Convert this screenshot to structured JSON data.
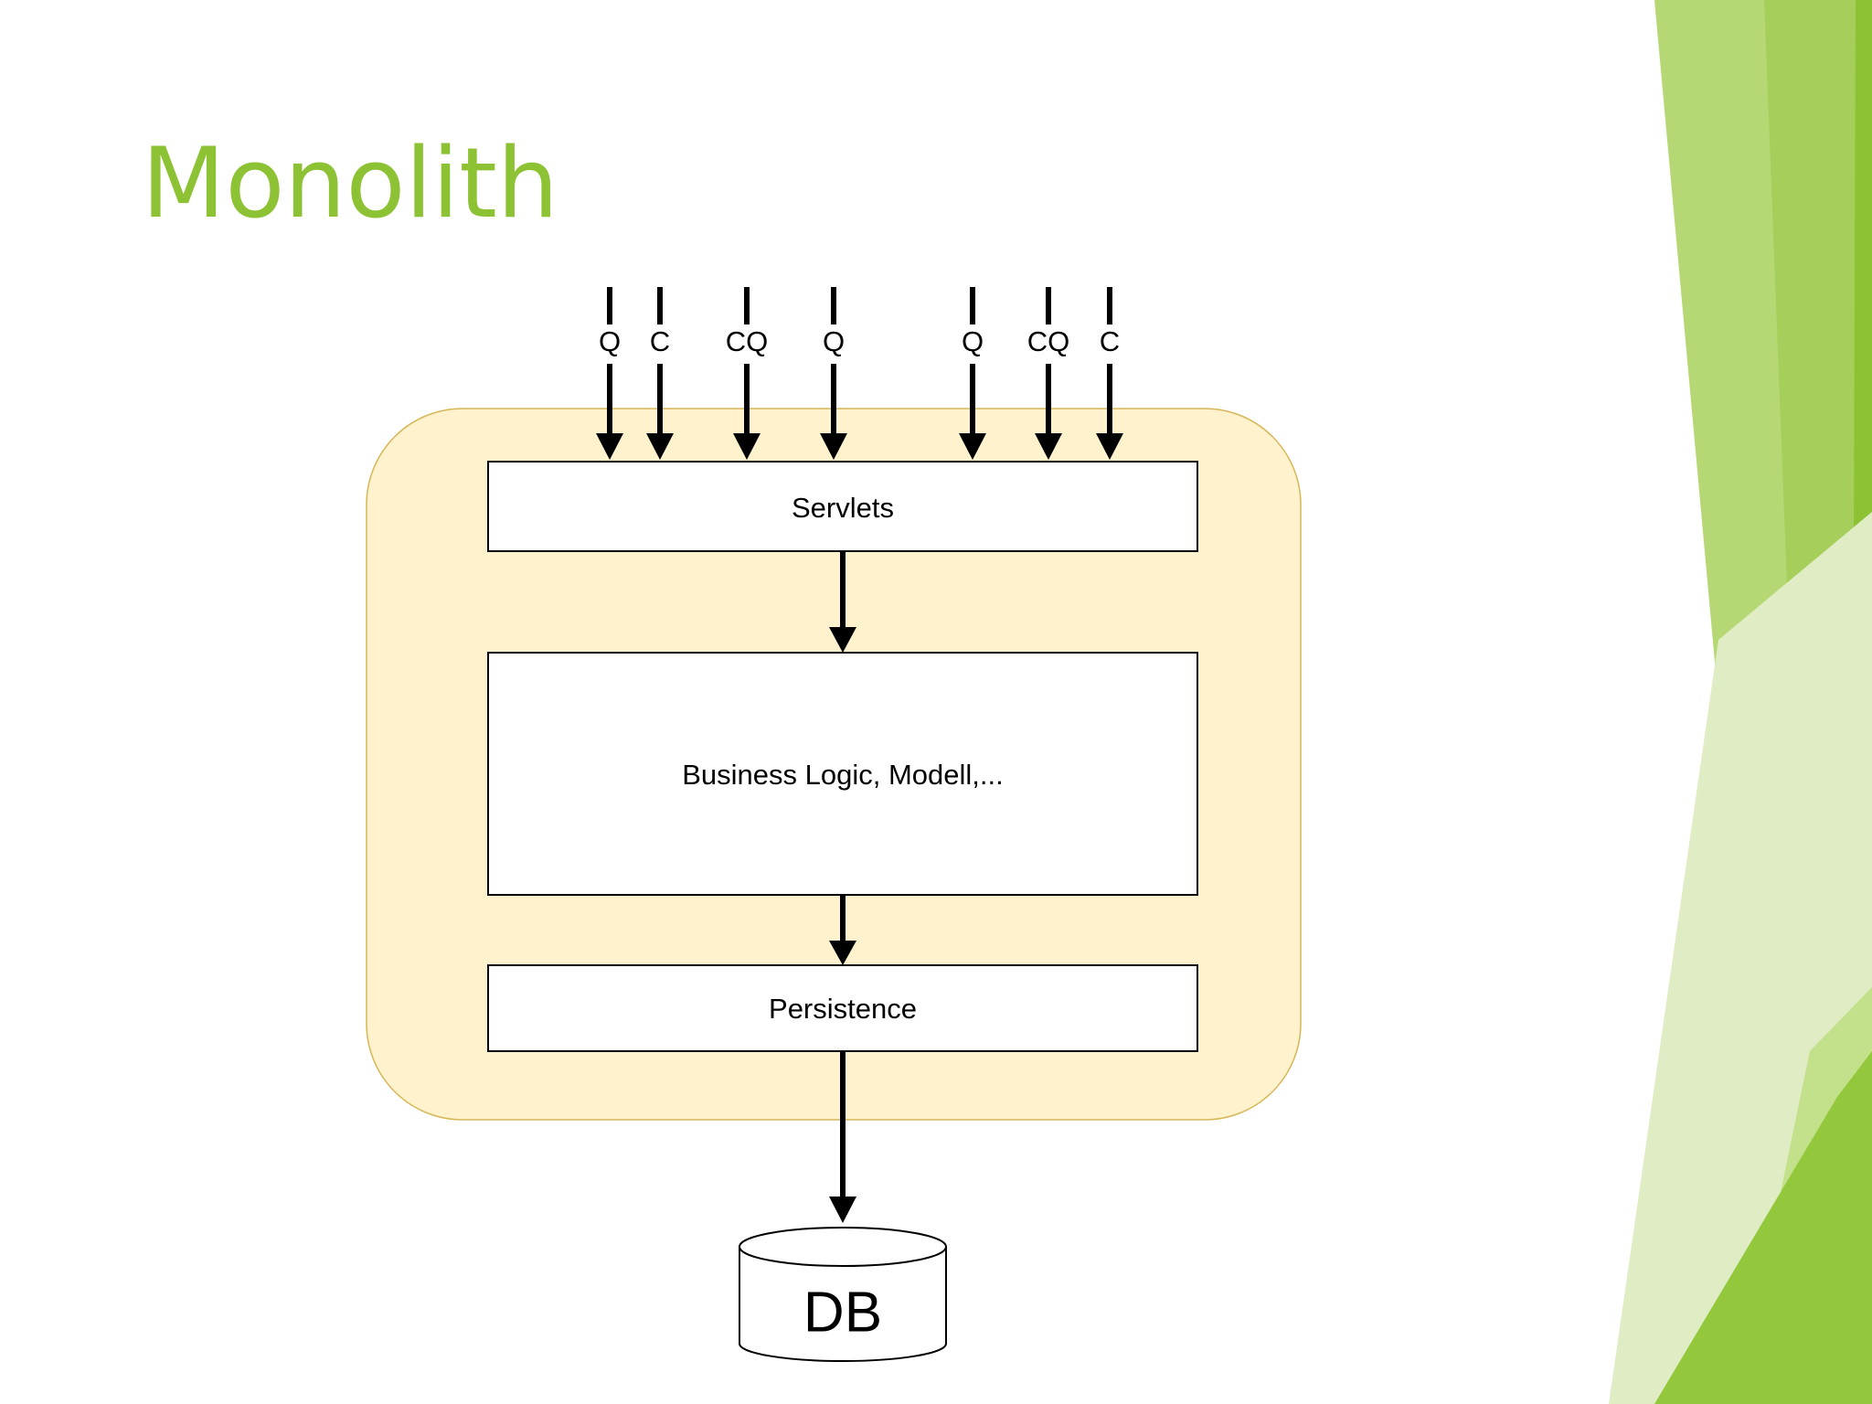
{
  "slide": {
    "title": "Monolith",
    "accent_color": "#8dc234",
    "container_fill": "#fff2cc",
    "container_stroke": "#d6b656"
  },
  "diagram": {
    "requests": [
      "Q",
      "C",
      "CQ",
      "Q",
      "Q",
      "CQ",
      "C"
    ],
    "layers": {
      "servlets": "Servlets",
      "business": "Business Logic, Modell,...",
      "persistence": "Persistence"
    },
    "database": "DB"
  }
}
